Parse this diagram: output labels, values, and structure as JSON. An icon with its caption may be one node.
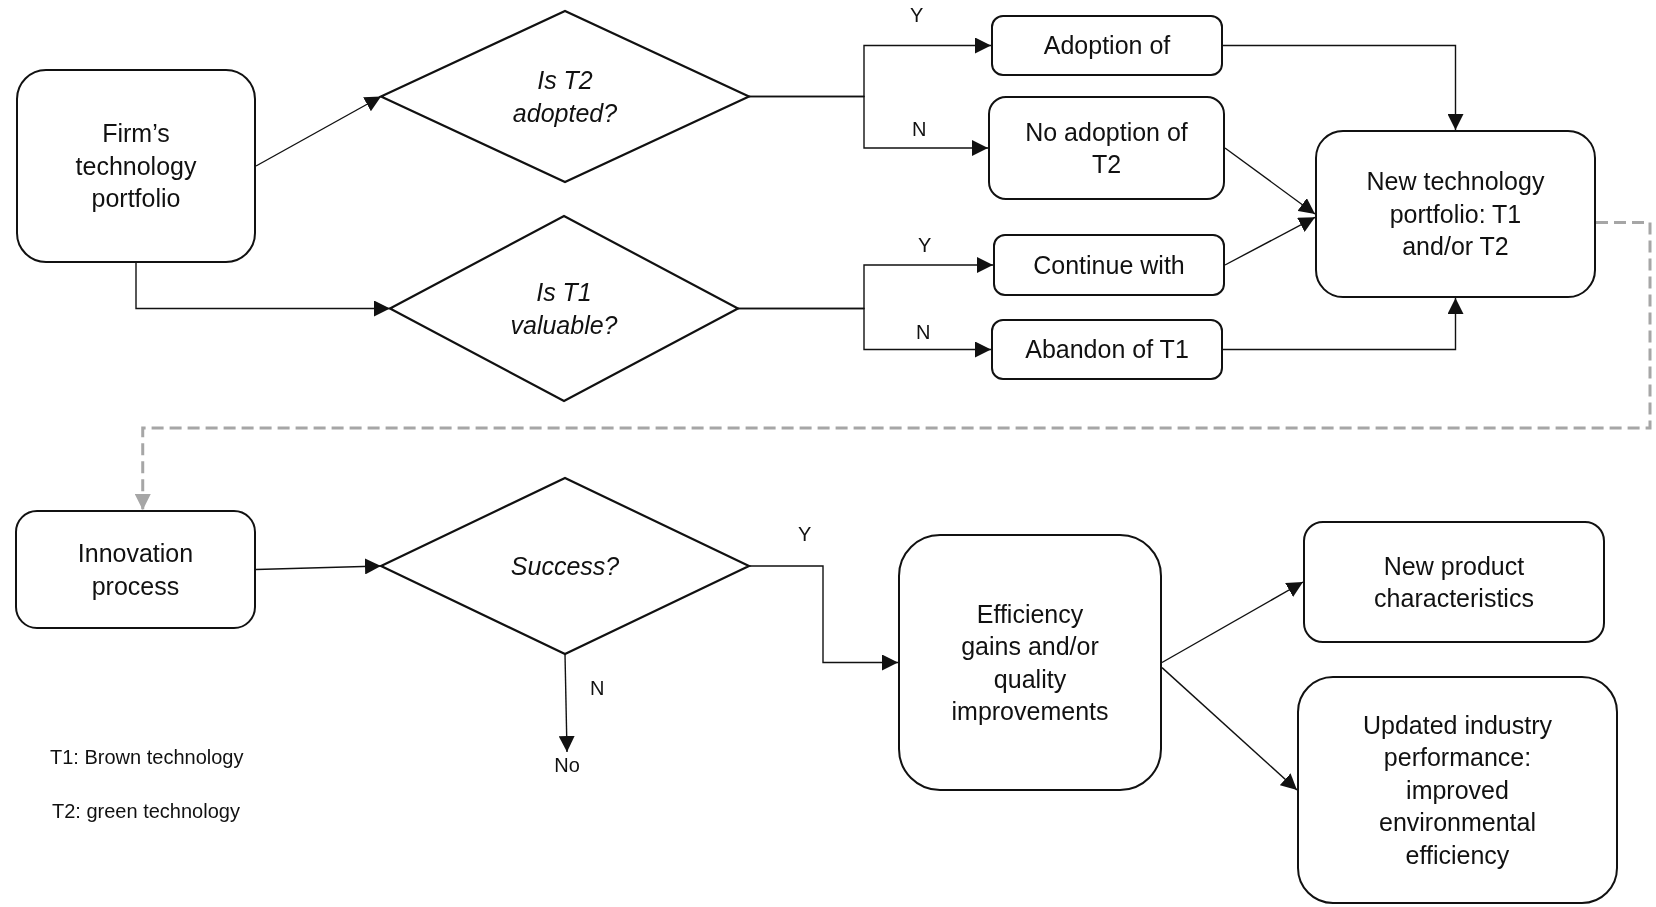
{
  "diagram": {
    "nodes": [
      {
        "text": [
          "Firm’s technology portfolio"
        ]
      },
      {
        "text": [
          "Is T2 adopted?"
        ]
      },
      {
        "text": [
          "Is T1 valuable?"
        ]
      },
      {
        "text": [
          "Adoption of"
        ]
      },
      {
        "text": [
          "No adoption of T2"
        ]
      },
      {
        "text": [
          "Continue with"
        ]
      },
      {
        "text": [
          "Abandon of T1"
        ]
      },
      {
        "text": [
          "New technology portfolio: T1 and/or T2"
        ]
      },
      {
        "text": [
          "Innovation process"
        ]
      },
      {
        "text": [
          "Success?"
        ]
      },
      {
        "text": [
          "Efficiency gains and/or quality improvements"
        ]
      },
      {
        "text": [
          "New product characteristics"
        ]
      },
      {
        "text": [
          "Updated industry performance: improved environmental efficiency"
        ]
      },
      {
        "text": [
          "No"
        ]
      }
    ],
    "edges": [
      {
        "from": 0,
        "to": 1,
        "arrow": "to"
      },
      {
        "from": 0,
        "to": 2,
        "arrow": "to"
      },
      {
        "from": 1,
        "to": 3,
        "arrow": "to",
        "label": "Y"
      },
      {
        "from": 1,
        "to": 4,
        "arrow": "to",
        "label": "N"
      },
      {
        "from": 2,
        "to": 5,
        "arrow": "to",
        "label": "Y"
      },
      {
        "from": 2,
        "to": 6,
        "arrow": "to",
        "label": "N"
      },
      {
        "from": 3,
        "to": 7,
        "arrow": "to"
      },
      {
        "from": 4,
        "to": 7,
        "arrow": "to"
      },
      {
        "from": 5,
        "to": 7,
        "arrow": "to"
      },
      {
        "from": 6,
        "to": 7,
        "arrow": "to"
      },
      {
        "from": 7,
        "to": 8,
        "arrow": "to",
        "style": "dashed",
        "color": "#a6a6a6"
      },
      {
        "from": 8,
        "to": 9,
        "arrow": "to"
      },
      {
        "from": 9,
        "to": 10,
        "arrow": "to",
        "label": "Y"
      },
      {
        "from": 9,
        "to": 13,
        "arrow": "to",
        "label": "N"
      },
      {
        "from": 10,
        "to": 11,
        "arrow": "to"
      },
      {
        "from": 10,
        "to": 12,
        "arrow": "to"
      }
    ],
    "labels": [
      "T1: Brown technology",
      "T2: green technology"
    ]
  }
}
